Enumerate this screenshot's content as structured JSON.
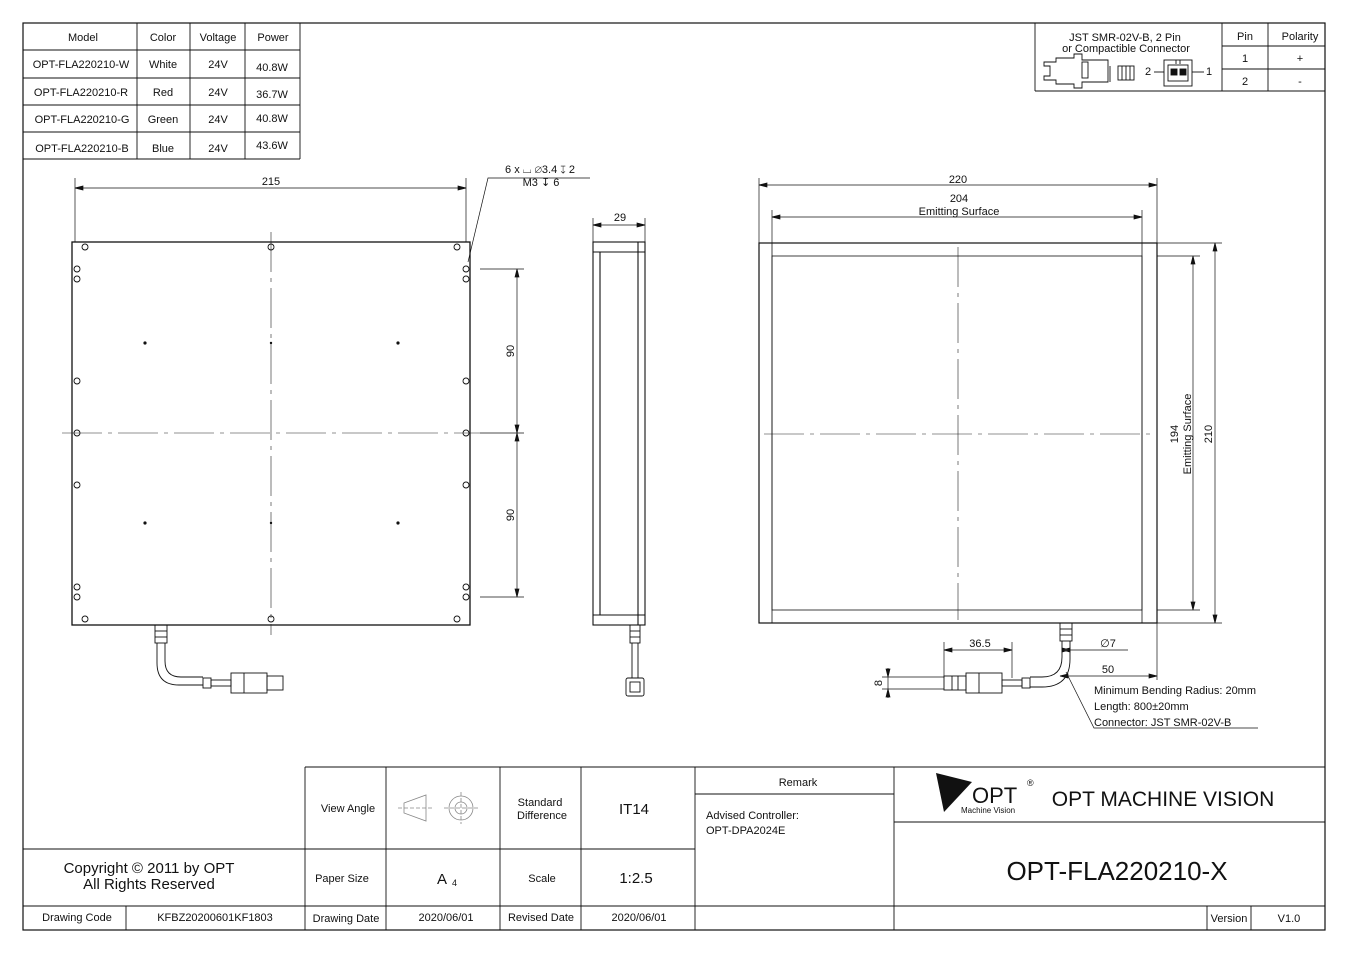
{
  "model_table": {
    "headers": [
      "Model",
      "Color",
      "Voltage",
      "Power"
    ],
    "rows": [
      [
        "OPT-FLA220210-W",
        "White",
        "24V",
        "40.8W"
      ],
      [
        "OPT-FLA220210-R",
        "Red",
        "24V",
        "36.7W"
      ],
      [
        "OPT-FLA220210-G",
        "Green",
        "24V",
        "40.8W"
      ],
      [
        "OPT-FLA220210-B",
        "Blue",
        "24V",
        "43.6W"
      ]
    ]
  },
  "connector_table": {
    "title_line1": "JST SMR-02V-B, 2 Pin",
    "title_line2": "or Compactible Connector",
    "pin_label_left": "2",
    "pin_label_right": "1",
    "headers": [
      "Pin",
      "Polarity"
    ],
    "rows": [
      [
        "1",
        "+"
      ],
      [
        "2",
        "-"
      ]
    ]
  },
  "front_view": {
    "dim_width": "215",
    "dim_upper": "90",
    "dim_lower": "90",
    "hole_note_line1": "6 x ⌴ ∅3.4 ↧ 2",
    "hole_note_line2": "M3 ↧ 6"
  },
  "side_view": {
    "dim_thickness": "29"
  },
  "back_view": {
    "dim_width": "220",
    "dim_emitting_width": "204",
    "emitting_label": "Emitting Surface",
    "dim_emitting_height": "194",
    "dim_height": "210",
    "dim_connector_length": "36.5",
    "dim_cable_dia": "∅7",
    "dim_offset": "50",
    "dim_connector_height": "8",
    "note_bending": "Minimum Bending Radius: 20mm",
    "note_length": "Length: 800±20mm",
    "note_connector": "Connector: JST SMR-02V-B"
  },
  "title_block": {
    "view_angle_label": "View Angle",
    "standard_difference_label": "Standard Difference",
    "standard_difference_value": "IT14",
    "remark_label": "Remark",
    "advised_controller_label": "Advised Controller:",
    "advised_controller_value": "OPT-DPA2024E",
    "logo_text": "OPT",
    "logo_sub": "Machine Vision",
    "company": "OPT MACHINE VISION",
    "copyright_line1": "Copyright © 2011 by OPT",
    "copyright_line2": "All Rights Reserved",
    "paper_size_label": "Paper Size",
    "paper_size_value": "A",
    "paper_size_sub": "4",
    "scale_label": "Scale",
    "scale_value": "1:2.5",
    "part_number": "OPT-FLA220210-X",
    "drawing_code_label": "Drawing Code",
    "drawing_code_value": "KFBZ20200601KF1803",
    "drawing_date_label": "Drawing Date",
    "drawing_date_value": "2020/06/01",
    "revised_date_label": "Revised Date",
    "revised_date_value": "2020/06/01",
    "version_label": "Version",
    "version_value": "V1.0"
  }
}
